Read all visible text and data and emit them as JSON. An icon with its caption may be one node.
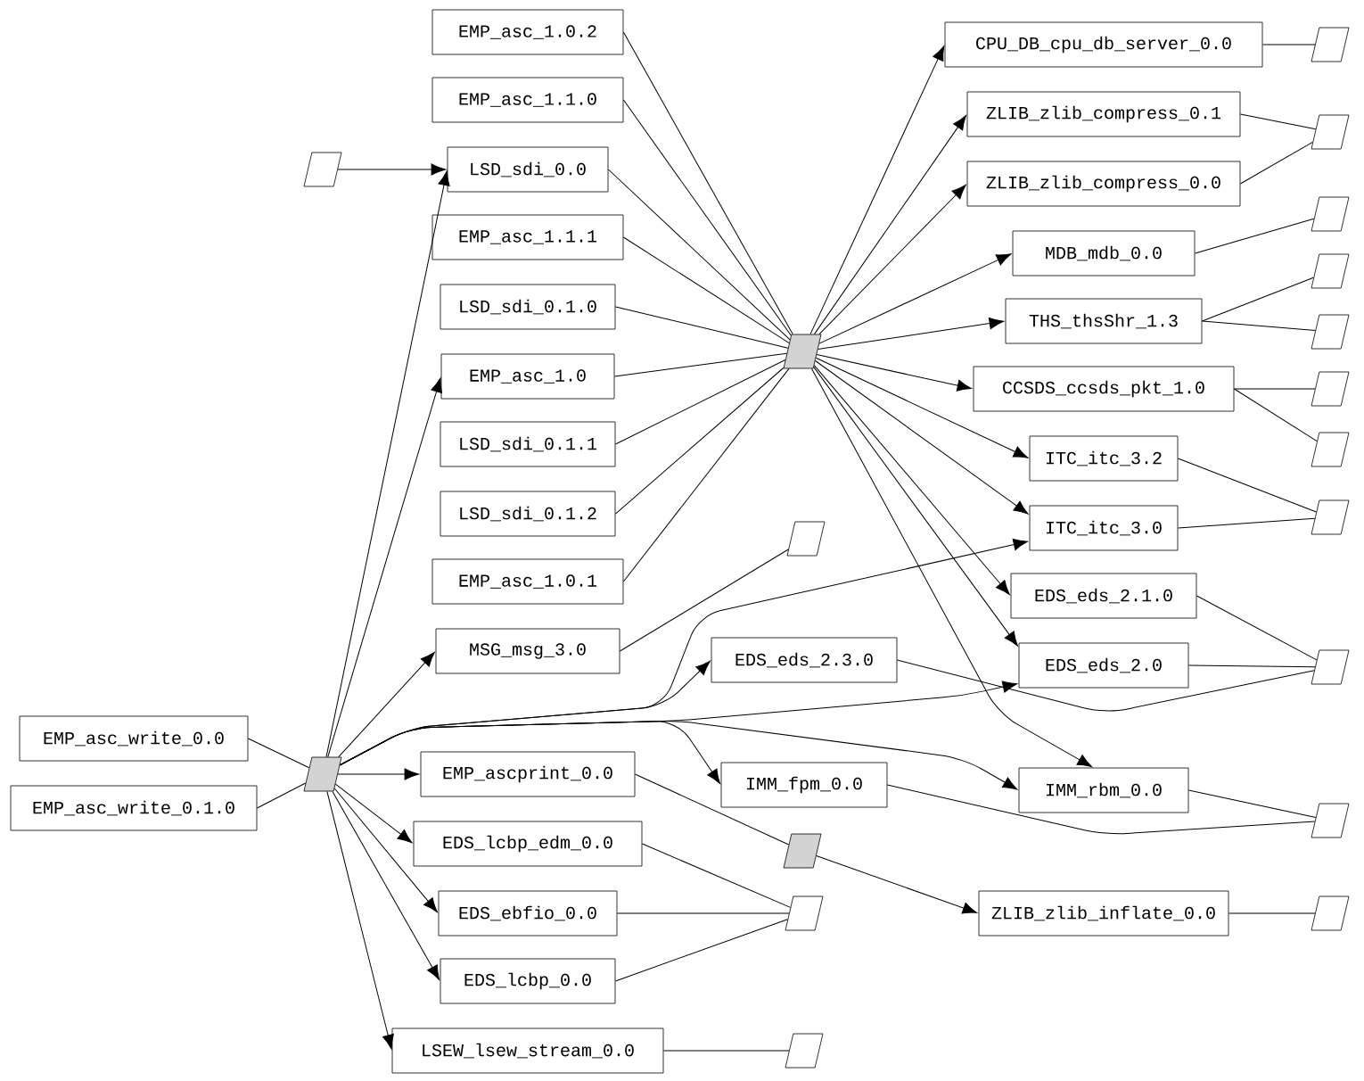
{
  "diagram": {
    "nodes": [
      {
        "text": [
          "EMP_asc_1.0.2"
        ]
      },
      {
        "text": [
          "EMP_asc_1.1.0"
        ]
      },
      {
        "text": [],
        "shape": "parallelogram"
      },
      {
        "text": [
          "LSD_sdi_0.0"
        ]
      },
      {
        "text": [
          "EMP_asc_1.1.1"
        ]
      },
      {
        "text": [
          "LSD_sdi_0.1.0"
        ]
      },
      {
        "text": [],
        "shape": "parallelogram"
      },
      {
        "text": [
          "EMP_asc_1.0"
        ]
      },
      {
        "text": [
          "LSD_sdi_0.1.1"
        ]
      },
      {
        "text": [
          "LSD_sdi_0.1.2"
        ]
      },
      {
        "text": [],
        "shape": "parallelogram"
      },
      {
        "text": [
          "EMP_asc_1.0.1"
        ]
      },
      {
        "text": [
          "MSG_msg_3.0"
        ]
      },
      {
        "text": [
          "EDS_eds_2.3.0"
        ]
      },
      {
        "text": [
          "EMP_asc_write_0.0"
        ]
      },
      {
        "text": [],
        "shape": "parallelogram"
      },
      {
        "text": [
          "EMP_ascprint_0.0"
        ]
      },
      {
        "text": [
          "IMM_fpm_0.0"
        ]
      },
      {
        "text": [
          "EMP_asc_write_0.1.0"
        ]
      },
      {
        "text": [
          "EDS_lcbp_edm_0.0"
        ]
      },
      {
        "text": [],
        "shape": "parallelogram"
      },
      {
        "text": [
          "EDS_ebfio_0.0"
        ]
      },
      {
        "text": [],
        "shape": "parallelogram"
      },
      {
        "text": [
          "EDS_lcbp_0.0"
        ]
      },
      {
        "text": [
          "LSEW_lsew_stream_0.0"
        ]
      },
      {
        "text": [],
        "shape": "parallelogram"
      },
      {
        "text": [
          "CPU_DB_cpu_db_server_0.0"
        ]
      },
      {
        "text": [],
        "shape": "parallelogram"
      },
      {
        "text": [
          "ZLIB_zlib_compress_0.1"
        ]
      },
      {
        "text": [],
        "shape": "parallelogram"
      },
      {
        "text": [
          "ZLIB_zlib_compress_0.0"
        ]
      },
      {
        "text": [],
        "shape": "parallelogram"
      },
      {
        "text": [
          "MDB_mdb_0.0"
        ]
      },
      {
        "text": [],
        "shape": "parallelogram"
      },
      {
        "text": [
          "THS_thsShr_1.3"
        ]
      },
      {
        "text": [],
        "shape": "parallelogram"
      },
      {
        "text": [
          "CCSDS_ccsds_pkt_1.0"
        ]
      },
      {
        "text": [],
        "shape": "parallelogram"
      },
      {
        "text": [],
        "shape": "parallelogram"
      },
      {
        "text": [
          "ITC_itc_3.2"
        ]
      },
      {
        "text": [],
        "shape": "parallelogram"
      },
      {
        "text": [
          "ITC_itc_3.0"
        ]
      },
      {
        "text": [
          "EDS_eds_2.1.0"
        ]
      },
      {
        "text": [],
        "shape": "parallelogram"
      },
      {
        "text": [
          "EDS_eds_2.0"
        ]
      },
      {
        "text": [
          "IMM_rbm_0.0"
        ]
      },
      {
        "text": [],
        "shape": "parallelogram"
      },
      {
        "text": [
          "ZLIB_zlib_inflate_0.0"
        ]
      },
      {
        "text": [],
        "shape": "parallelogram"
      }
    ],
    "edges": [
      {
        "from": 0,
        "to": 6,
        "arrow": "none"
      },
      {
        "from": 1,
        "to": 6,
        "arrow": "none"
      },
      {
        "from": 3,
        "to": 6,
        "arrow": "none"
      },
      {
        "from": 4,
        "to": 6,
        "arrow": "none"
      },
      {
        "from": 5,
        "to": 6,
        "arrow": "none"
      },
      {
        "from": 7,
        "to": 6,
        "arrow": "none"
      },
      {
        "from": 8,
        "to": 6,
        "arrow": "none"
      },
      {
        "from": 9,
        "to": 6,
        "arrow": "none"
      },
      {
        "from": 11,
        "to": 6,
        "arrow": "none"
      },
      {
        "from": 6,
        "to": 26,
        "arrow": "to"
      },
      {
        "from": 6,
        "to": 28,
        "arrow": "to"
      },
      {
        "from": 6,
        "to": 30,
        "arrow": "to"
      },
      {
        "from": 6,
        "to": 32,
        "arrow": "to"
      },
      {
        "from": 6,
        "to": 34,
        "arrow": "to"
      },
      {
        "from": 6,
        "to": 36,
        "arrow": "to"
      },
      {
        "from": 6,
        "to": 39,
        "arrow": "to"
      },
      {
        "from": 6,
        "to": 41,
        "arrow": "to"
      },
      {
        "from": 6,
        "to": 42,
        "arrow": "to"
      },
      {
        "from": 6,
        "to": 44,
        "arrow": "to"
      },
      {
        "from": 6,
        "to": 45,
        "arrow": "to"
      },
      {
        "from": 2,
        "to": 3,
        "arrow": "to"
      },
      {
        "from": 14,
        "to": 15,
        "arrow": "none"
      },
      {
        "from": 18,
        "to": 15,
        "arrow": "none"
      },
      {
        "from": 15,
        "to": 3,
        "arrow": "to"
      },
      {
        "from": 15,
        "to": 7,
        "arrow": "to"
      },
      {
        "from": 15,
        "to": 12,
        "arrow": "to"
      },
      {
        "from": 15,
        "to": 13,
        "arrow": "to"
      },
      {
        "from": 15,
        "to": 41,
        "arrow": "to"
      },
      {
        "from": 15,
        "to": 44,
        "arrow": "to"
      },
      {
        "from": 15,
        "to": 17,
        "arrow": "to"
      },
      {
        "from": 15,
        "to": 45,
        "arrow": "to"
      },
      {
        "from": 15,
        "to": 16,
        "arrow": "to"
      },
      {
        "from": 15,
        "to": 19,
        "arrow": "to"
      },
      {
        "from": 15,
        "to": 21,
        "arrow": "to"
      },
      {
        "from": 15,
        "to": 23,
        "arrow": "to"
      },
      {
        "from": 15,
        "to": 24,
        "arrow": "to"
      },
      {
        "from": 12,
        "to": 10,
        "arrow": "none"
      },
      {
        "from": 16,
        "to": 20,
        "arrow": "none"
      },
      {
        "from": 20,
        "to": 47,
        "arrow": "to"
      },
      {
        "from": 26,
        "to": 27,
        "arrow": "none"
      },
      {
        "from": 28,
        "to": 29,
        "arrow": "none"
      },
      {
        "from": 30,
        "to": 29,
        "arrow": "none"
      },
      {
        "from": 32,
        "to": 31,
        "arrow": "none"
      },
      {
        "from": 34,
        "to": 33,
        "arrow": "none"
      },
      {
        "from": 34,
        "to": 35,
        "arrow": "none"
      },
      {
        "from": 36,
        "to": 37,
        "arrow": "none"
      },
      {
        "from": 36,
        "to": 38,
        "arrow": "none"
      },
      {
        "from": 39,
        "to": 40,
        "arrow": "none"
      },
      {
        "from": 41,
        "to": 40,
        "arrow": "none"
      },
      {
        "from": 42,
        "to": 43,
        "arrow": "none"
      },
      {
        "from": 44,
        "to": 43,
        "arrow": "none"
      },
      {
        "from": 13,
        "to": 43,
        "arrow": "none"
      },
      {
        "from": 45,
        "to": 46,
        "arrow": "none"
      },
      {
        "from": 17,
        "to": 46,
        "arrow": "none"
      },
      {
        "from": 47,
        "to": 48,
        "arrow": "none"
      },
      {
        "from": 19,
        "to": 22,
        "arrow": "none"
      },
      {
        "from": 21,
        "to": 22,
        "arrow": "none"
      },
      {
        "from": 23,
        "to": 22,
        "arrow": "none"
      },
      {
        "from": 24,
        "to": 25,
        "arrow": "none"
      }
    ]
  }
}
